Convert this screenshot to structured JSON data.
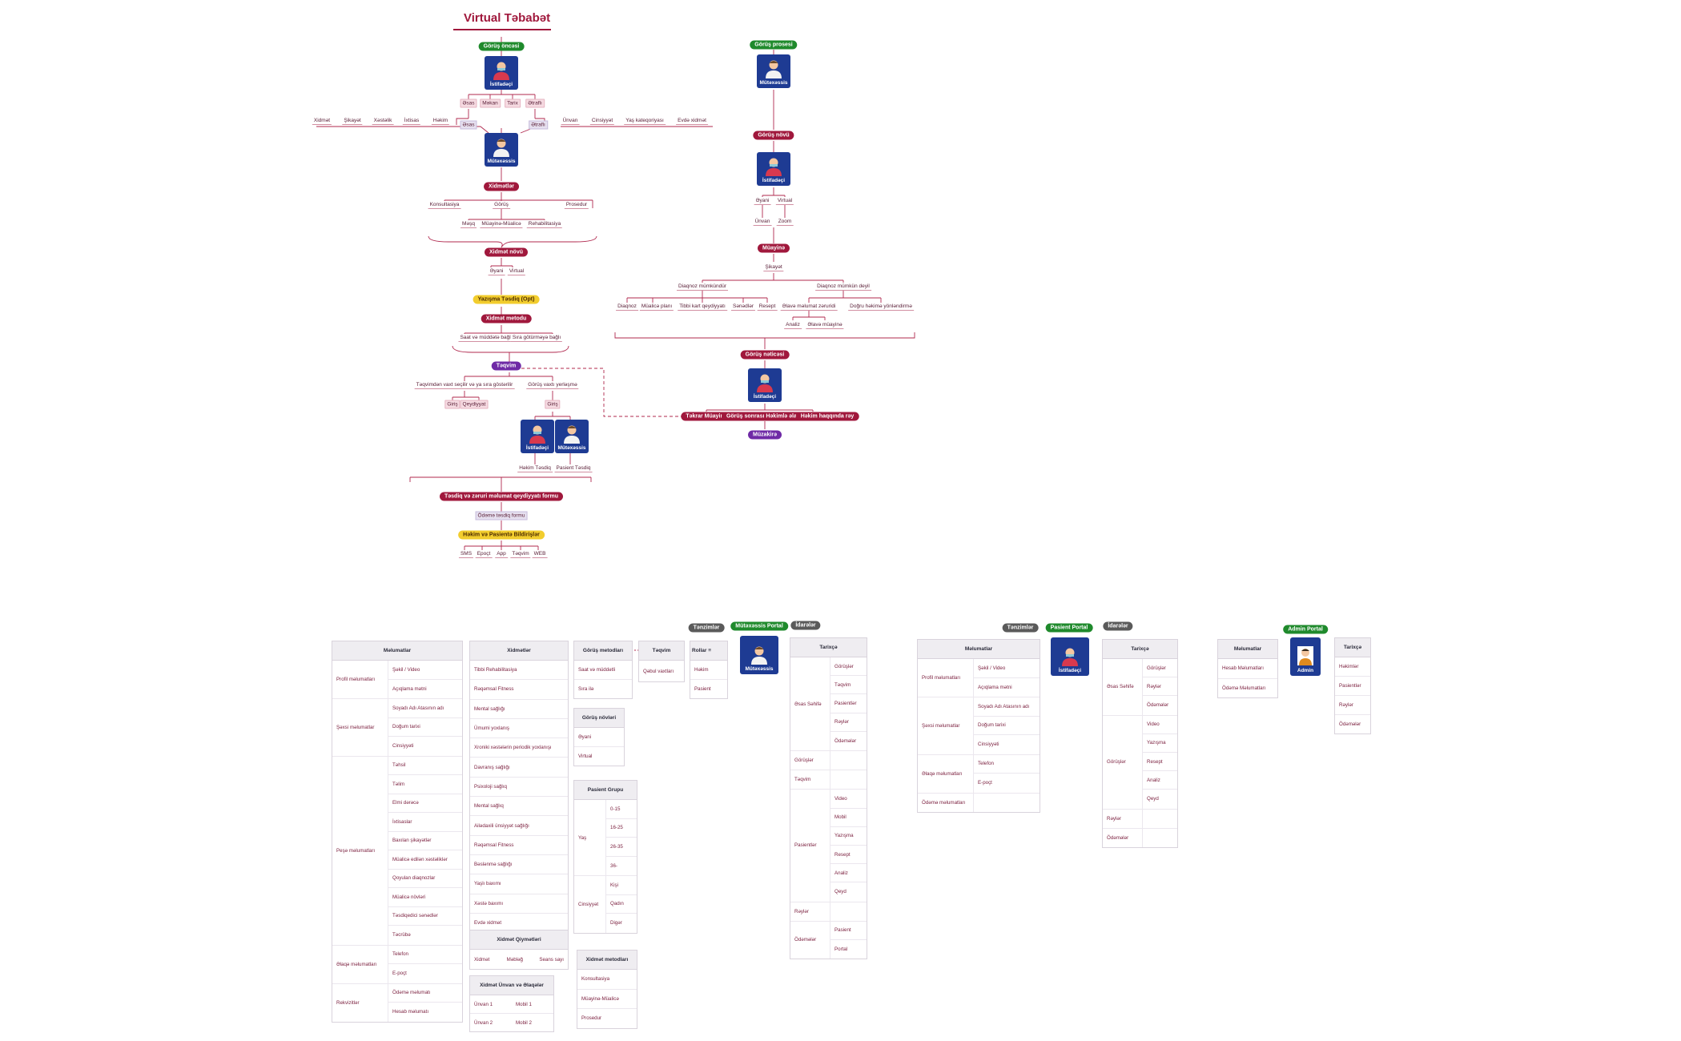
{
  "title": "Virtual Təbabət",
  "colors": {
    "red": "#a0183c",
    "green": "#1f8a2c",
    "purple": "#6f2aa6",
    "yellow": "#f2cd2e",
    "gray": "#5a5a5a",
    "avatar": "#1e3b93"
  },
  "left_flow": {
    "pre_visit": "Görüş öncəsi",
    "user": "İstifadəçi",
    "user_fields": [
      "Əsas",
      "Məkan",
      "Tarix",
      "Ətraflı"
    ],
    "main": "Əsas",
    "main_items": [
      "Xidmət",
      "Şikayət",
      "Xəstəlik",
      "İxtisas",
      "Həkim"
    ],
    "detail": "Ətraflı",
    "detail_items": [
      "Ünvan",
      "Cinsiyyət",
      "Yaş kateqoriyası",
      "Evdə xidmət"
    ],
    "specialist": "Mütəxəssis",
    "services": "Xidmətlər",
    "service_items": [
      "Konsultasiya",
      "Görüş",
      "Prosedur"
    ],
    "visit_items": [
      "Məşq",
      "Müayinə-Müalicə",
      "Rehabilitasiya"
    ],
    "service_type": "Xidmət növü",
    "service_type_items": [
      "Əyani",
      "Virtual"
    ],
    "written_confirm": "Yazışma Təsdiq (Opt)",
    "service_method": "Xidmət metodu",
    "service_method_items": [
      "Saat və müddətə bağlı",
      "Sıra götürməyə bağlı"
    ],
    "calendar": "Təqvim",
    "calendar_items": [
      "Təqvimdən vaxt seçilir və ya sıra göstərilir",
      "Görüş vaxtı yerləşmə"
    ],
    "calendar_sub1": [
      "Giriş",
      "Qeydiyyat"
    ],
    "calendar_sub2": "Giriş",
    "user2": "İstifadəçi",
    "specialist2": "Mütəxəssis",
    "doctor_confirm": "Həkim Təsdiq",
    "patient_confirm": "Pasient Təsdiq",
    "confirm_form": "Təsdiq və zəruri məlumat qeydiyyatı formu",
    "payment_form": "Ödəmə təsdiq formu",
    "notifications": "Həkim və Pasientə Bildirişlər",
    "notification_items": [
      "SMS",
      "Epoçt",
      "App",
      "Təqvim",
      "WEB"
    ]
  },
  "right_flow": {
    "process": "Görüş prosesi",
    "specialist": "Mütəxəssis",
    "visit_type": "Görüş növü",
    "user": "İstifadəçi",
    "visit_type_items": [
      "Əyani",
      "Virtual"
    ],
    "visit_type_sub": [
      "Ünvan",
      "Zoom"
    ],
    "exam": "Müayinə",
    "complaint": "Şikayət",
    "possible": "Diaqnoz mümkündür",
    "possible_items": [
      "Diaqnoz",
      "Müalicə planı",
      "Tibbi kart qeydiyyatı",
      "Sənədlər",
      "Resept"
    ],
    "not_possible": "Diaqnoz mümkün deyil",
    "not_possible_items": [
      "Əlavə məlumat zəruridi",
      "Doğru həkimə yönləndirmə"
    ],
    "extra_items": [
      "Analiz",
      "Əlavə müayinə"
    ],
    "result": "Görüş nəticəsi",
    "user2": "İstifadəçi",
    "result_items": [
      "Təkrar Müayinə",
      "Görüş sonrası Həkimlə əlaqə",
      "Həkim haqqında rəy"
    ],
    "discussion": "Müzakirə"
  },
  "portals": {
    "specialist_portal": "Mütəxəssis Portal",
    "specialist": "Mütəxəssis",
    "patient_portal": "Pasient Portal",
    "patient": "İstifadəçi",
    "admin_portal": "Admin Portal",
    "admin": "Admin",
    "settings": "Tənzimlər",
    "panels": "İdarələr"
  },
  "tables": {
    "sp_info": {
      "title": "Məlumatlar",
      "groups": [
        {
          "k": "Profil məlumatları",
          "v": [
            "Şəkil / Video",
            "Açıqlama mətni"
          ]
        },
        {
          "k": "Şəxsi məlumatlar",
          "v": [
            "Soyadı Adı Atasının adı",
            "Doğum tarixi",
            "Cinsiyyəti"
          ]
        },
        {
          "k": "Peşə məlumatları",
          "v": [
            "Təhsil",
            "Təlim",
            "Elmi dərəcə",
            "İxtisaslar",
            "Baxılan şikayətlər",
            "Müalicə edilən xəstəliklər",
            "Qoyulan diaqnozlar",
            "Müalicə növləri",
            "Təsdiqedici sənədlər",
            "Təcrübə"
          ]
        },
        {
          "k": "Əlaqə məlumatları",
          "v": [
            "Telefon",
            "E-poçt"
          ]
        },
        {
          "k": "Rekvizitlər",
          "v": [
            "Ödəmə məlumatı",
            "Hesab məlumatı"
          ]
        }
      ]
    },
    "sp_services": {
      "title": "Xidmətlər",
      "rows": [
        "Tibbi Rehabilitasiya",
        "Rəqəmsal Fitness",
        "Mental sağlığı",
        "Ümumi yoxlanış",
        "Xroniki xəstələrin periodik yoxlanışı",
        "Davranış sağlığı",
        "Psixoloji sağlıq",
        "Mental sağlıq",
        "Ailədaxili ünsiyyət sağlığı",
        "Rəqəmsal Fitness",
        "Bəslənmə sağlığı",
        "Yaşlı baxımı",
        "Xəstə baxımı",
        "Evdə xidmət"
      ]
    },
    "sp_prices": {
      "title": "Xidmət Qiymətləri",
      "cols": [
        "Xidmət",
        "Məbləğ",
        "Seans sayı"
      ]
    },
    "sp_addr": {
      "title": "Xidmət Ünvan və Əlaqələr",
      "rows": [
        [
          "Ünvan 1",
          "Mobil 1"
        ],
        [
          "Ünvan 2",
          "Mobil 2"
        ]
      ]
    },
    "sp_method": {
      "title": "Görüş metodları",
      "rows": [
        "Saat və müddətli",
        "Sıra ilə"
      ]
    },
    "sp_cal": {
      "title": "Təqvim",
      "rows": [
        "Qəbul vaxtları"
      ]
    },
    "sp_types": {
      "title": "Görüş növləri",
      "rows": [
        "Əyani",
        "Virtual"
      ]
    },
    "sp_groups": {
      "title": "Pasient Grupu",
      "groups": [
        {
          "k": "Yaş",
          "v": [
            "0-15",
            "16-25",
            "26-35",
            "36-"
          ]
        },
        {
          "k": "Cinsiyyət",
          "v": [
            "Kişi",
            "Qadın",
            "Digər"
          ]
        }
      ]
    },
    "sp_smethods": {
      "title": "Xidmət metodları",
      "rows": [
        "Konsultasiya",
        "Müayinə-Müalicə",
        "Prosedur"
      ]
    },
    "sp_roles": {
      "title": "Rollar",
      "rows": [
        "Həkim",
        "Pasient"
      ]
    },
    "sp_history": {
      "title": "Tarixçə",
      "groups": [
        {
          "k": "Əsas Səhifə",
          "v": [
            "Görüşlər",
            "Təqvim",
            "Pasientlər",
            "Rəylər",
            "Ödəmələr"
          ]
        },
        {
          "k": "Görüşlər",
          "v": []
        },
        {
          "k": "Təqvim",
          "v": []
        },
        {
          "k": "Pasientlər",
          "v": [
            "Video",
            "Mobil",
            "Yazışma",
            "Resept",
            "Analiz",
            "Qeyd"
          ]
        },
        {
          "k": "Rəylər",
          "v": []
        },
        {
          "k": "Ödəmələr",
          "v": [
            "Pasient",
            "Portal"
          ]
        }
      ]
    },
    "pt_info": {
      "title": "Məlumatlar",
      "groups": [
        {
          "k": "Profil məlumatları",
          "v": [
            "Şəkil / Video",
            "Açıqlama mətni"
          ]
        },
        {
          "k": "Şəxsi məlumatlar",
          "v": [
            "Soyadı Adı Atasının adı",
            "Doğum tarixi",
            "Cinsiyyəti"
          ]
        },
        {
          "k": "Əlaqə məlumatları",
          "v": [
            "Telefon",
            "E-poçt"
          ]
        },
        {
          "k": "Ödəmə məlumatları",
          "v": []
        }
      ]
    },
    "pt_history": {
      "title": "Tarixçə",
      "groups": [
        {
          "k": "Əsas Səhifə",
          "v": [
            "Görüşlər",
            "Rəylər",
            "Ödəmələr"
          ]
        },
        {
          "k": "Görüşlər",
          "v": [
            "Video",
            "Yazışma",
            "Resept",
            "Analiz",
            "Qeyd"
          ]
        },
        {
          "k": "Rəylər",
          "v": []
        },
        {
          "k": "Ödəmələr",
          "v": []
        }
      ]
    },
    "ad_info": {
      "title": "Məlumatlar",
      "rows": [
        "Hesab Məlumatları",
        "Ödəmə Məlumatları"
      ]
    },
    "ad_history": {
      "title": "Tarixçə",
      "rows": [
        "Həkimlər",
        "Pasientlər",
        "Rəylər",
        "Ödəmələr"
      ]
    }
  }
}
